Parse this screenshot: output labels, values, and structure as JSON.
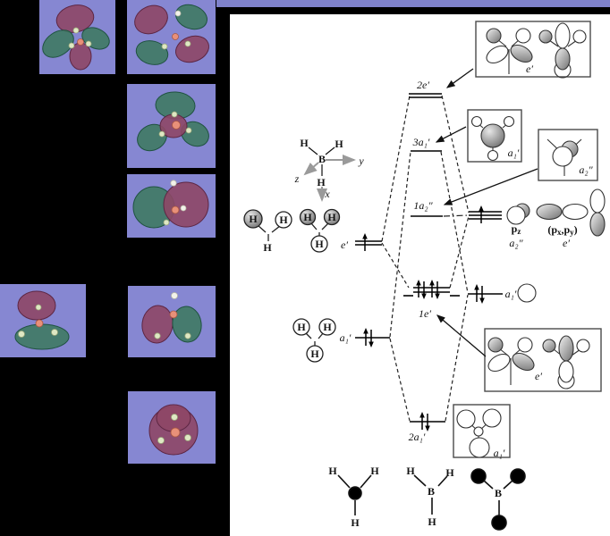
{
  "atoms": {
    "h": "H",
    "b": "B"
  },
  "axes": {
    "x": "x",
    "y": "y",
    "z": "z"
  },
  "levels": {
    "two_e": "2e′",
    "three_a1": "3a₁′",
    "one_a2": "1a₂″",
    "one_e": "1e′",
    "two_a1": "2a₁′"
  },
  "fragments": {
    "left_e": "e′",
    "left_a1": "a₁′",
    "right_a1": "a₁′",
    "pz_base": "p",
    "pz_sub": "z",
    "pz_sym": "a₂″",
    "pxy_pre": "(p",
    "pxy_x": "x",
    "pxy_mid": ",p",
    "pxy_y": "y",
    "pxy_post": ")",
    "pxy_sym": "e′"
  },
  "boxes": {
    "top_e": "e′",
    "anti_a1": "a₁′",
    "a2": "a₂″",
    "bond_e": "e′",
    "bond_a1": "a₁′"
  },
  "colors": {
    "tile_bg": "#8687d2",
    "strip": "#7f82cb",
    "lobe_red": "#8e4766",
    "lobe_green": "#3f7a63",
    "boron": "#e89079",
    "hydrogen_sphere": "#dfe8c4",
    "label_navy": "#23235f"
  }
}
